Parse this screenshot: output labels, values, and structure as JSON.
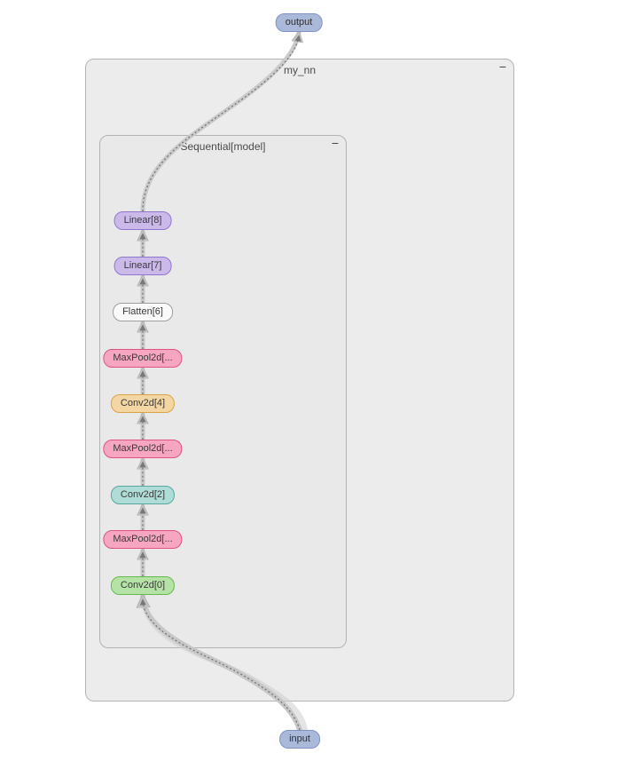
{
  "window": {
    "background": "#ffffff"
  },
  "nodes": {
    "input": {
      "label": "input",
      "fill": "#aab9da",
      "border": "#8193c1"
    },
    "output": {
      "label": "output",
      "fill": "#aab9da",
      "border": "#8193c1"
    }
  },
  "modules": {
    "outer": {
      "label": "my_nn",
      "collapse": "−"
    },
    "inner": {
      "label": "Sequential[model]",
      "collapse": "−"
    }
  },
  "layers": [
    {
      "label": "Linear[8]",
      "fill": "#cbb9ea",
      "border": "#9176cf"
    },
    {
      "label": "Linear[7]",
      "fill": "#cbb9ea",
      "border": "#9176cf"
    },
    {
      "label": "Flatten[6]",
      "fill": "#fafafa",
      "border": "#9e9e9e"
    },
    {
      "label": "MaxPool2d[...",
      "fill": "#f7a6c1",
      "border": "#e0537f"
    },
    {
      "label": "Conv2d[4]",
      "fill": "#f3d6a4",
      "border": "#d8a348"
    },
    {
      "label": "MaxPool2d[...",
      "fill": "#f7a6c1",
      "border": "#e0537f"
    },
    {
      "label": "Conv2d[2]",
      "fill": "#afdcd6",
      "border": "#59a79e"
    },
    {
      "label": "MaxPool2d[...",
      "fill": "#f7a6c1",
      "border": "#e0537f"
    },
    {
      "label": "Conv2d[0]",
      "fill": "#b5e3a6",
      "border": "#66b94f"
    }
  ],
  "edges": [
    {
      "from": "input",
      "to": "Conv2d[0]"
    },
    {
      "from": "Conv2d[0]",
      "to": "MaxPool2d[...]"
    },
    {
      "from": "MaxPool2d[...]",
      "to": "Conv2d[2]"
    },
    {
      "from": "Conv2d[2]",
      "to": "MaxPool2d[...]"
    },
    {
      "from": "MaxPool2d[...]",
      "to": "Conv2d[4]"
    },
    {
      "from": "Conv2d[4]",
      "to": "MaxPool2d[...]"
    },
    {
      "from": "MaxPool2d[...]",
      "to": "Flatten[6]"
    },
    {
      "from": "Flatten[6]",
      "to": "Linear[7]"
    },
    {
      "from": "Linear[7]",
      "to": "Linear[8]"
    },
    {
      "from": "Linear[8]",
      "to": "output"
    }
  ],
  "colors": {
    "edge": "#c9c9c9",
    "edge_dotted": "#6f6f6f",
    "module_fill": "#ececec",
    "module_border": "#b3b3b3"
  }
}
